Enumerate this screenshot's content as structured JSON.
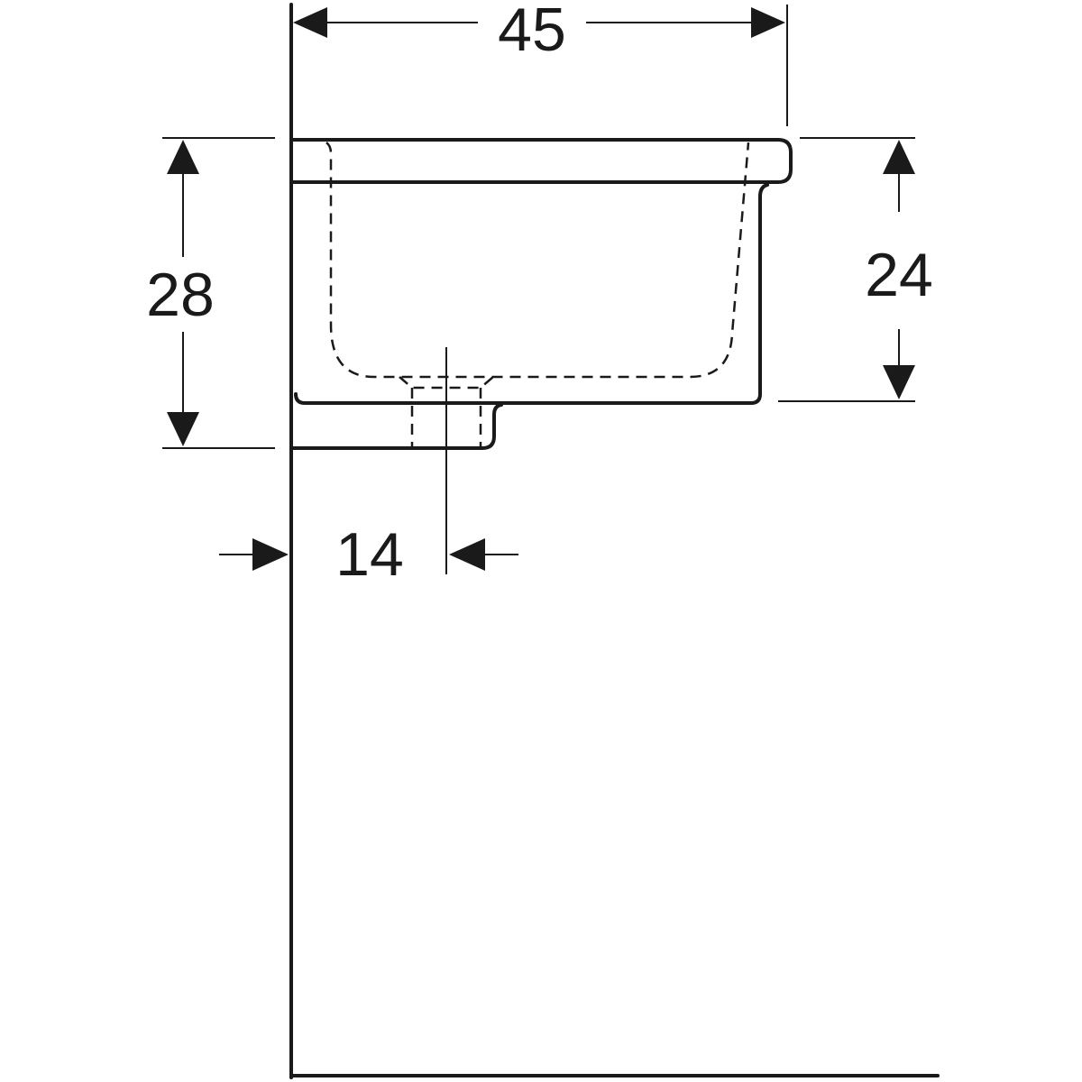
{
  "drawing": {
    "dimensions": {
      "width": "45",
      "total_height": "28",
      "bowl_height": "24",
      "drain_offset": "14"
    },
    "colors": {
      "line": "#1a1a1a",
      "background": "#ffffff"
    }
  }
}
